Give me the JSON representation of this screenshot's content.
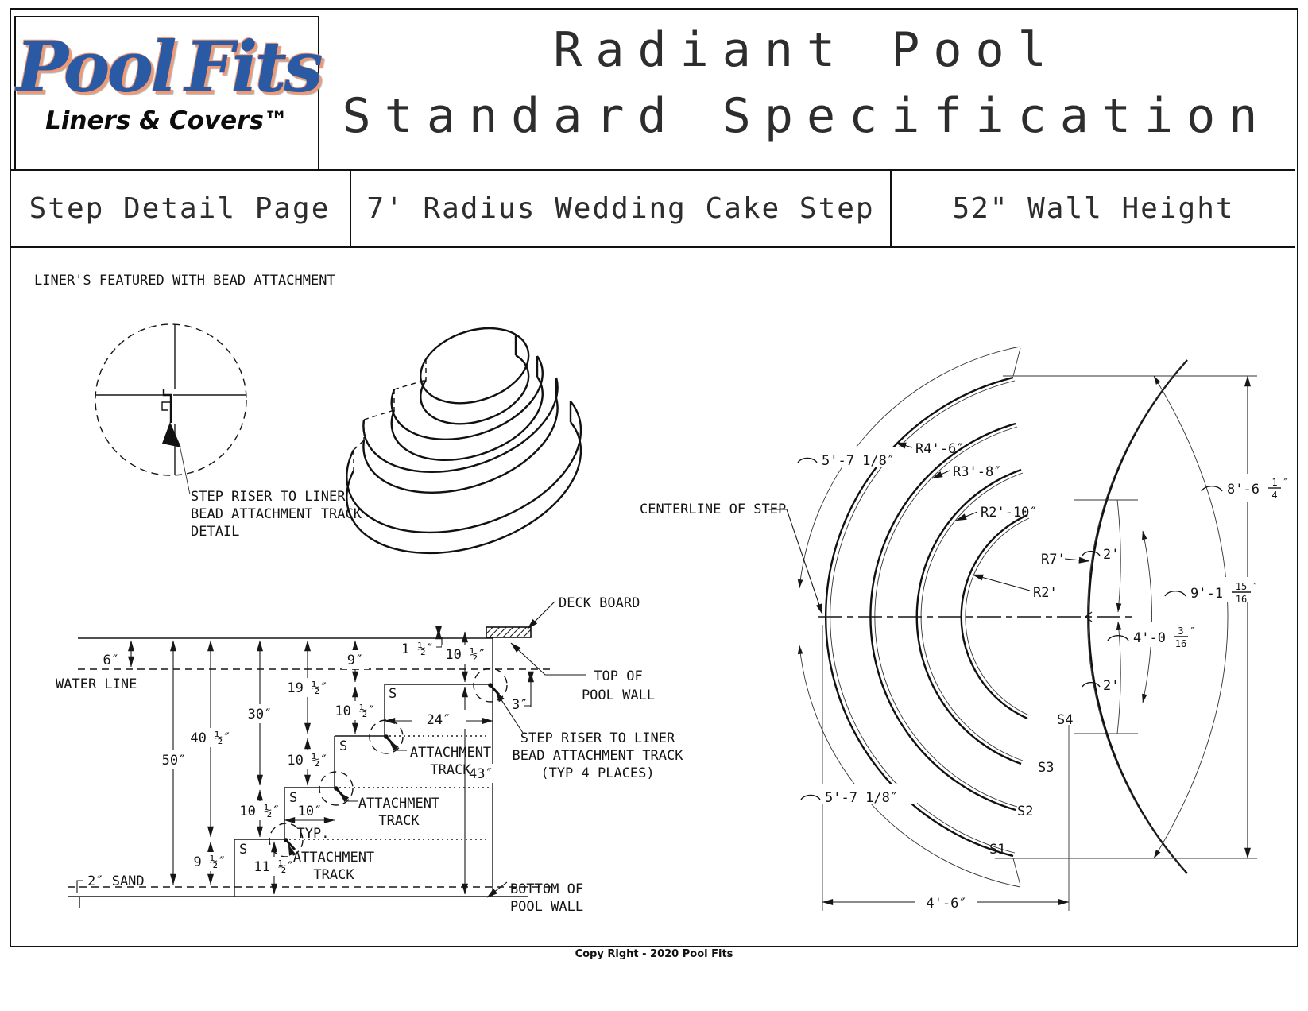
{
  "header": {
    "logo": {
      "word1": "Pool",
      "word2": "Fits",
      "tagline": "Liners & Covers™"
    },
    "title_line1": "Radiant Pool",
    "title_line2": "Standard Specification",
    "cells": {
      "left": "Step Detail Page",
      "center": "7' Radius Wedding Cake Step",
      "right": "52\" Wall Height"
    }
  },
  "note": "LINER'S FEATURED WITH BEAD ATTACHMENT",
  "detail": {
    "label1": "STEP RISER TO LINER",
    "label2": "BEAD ATTACHMENT TRACK",
    "label3": "DETAIL"
  },
  "cross_section": {
    "water_line": "WATER LINE",
    "sand": "2″ SAND",
    "s": "S",
    "deck_board": "DECK BOARD",
    "top_of_wall1": "TOP OF",
    "top_of_wall2": "POOL WALL",
    "bottom_of_wall1": "BOTTOM OF",
    "bottom_of_wall2": "POOL WALL",
    "attachment1": "ATTACHMENT",
    "attachment2": "TRACK",
    "step_riser1": "STEP RISER TO LINER",
    "step_riser2": "BEAD ATTACHMENT TRACK",
    "step_riser3": "(TYP 4 PLACES)",
    "dims": {
      "d6": "6″",
      "d9": "9″",
      "d50": "50″",
      "d40h": "40 ½″",
      "d30": "30″",
      "d19h": "19 ½″",
      "d10h": "10 ½″",
      "d9h": "9 ½″",
      "d11h": "11 ½″",
      "d10": "10″",
      "typ": "TYP.",
      "d1h": "1 ½″",
      "d3": "3″",
      "d24": "24″",
      "d43": "43″"
    }
  },
  "plan": {
    "centerline": "CENTERLINE OF STEP",
    "arc57": "5'-7 1/8″",
    "r46": "R4'-6″",
    "r38": "R3'-8″",
    "r210": "R2'-10″",
    "r7": "R7'",
    "r2": "R2'",
    "two": "2'",
    "d40": {
      "whole": "4'-0",
      "num": "3",
      "den": "16",
      "unit": "″"
    },
    "d91": {
      "whole": "9'-1",
      "num": "15",
      "den": "16",
      "unit": "″"
    },
    "d86": {
      "whole": "8'-6",
      "num": "1",
      "den": "4",
      "unit": "″"
    },
    "d46": "4'-6″",
    "s1": "S1",
    "s2": "S2",
    "s3": "S3",
    "s4": "S4"
  },
  "footer": "Copy Right - 2020 Pool Fits"
}
